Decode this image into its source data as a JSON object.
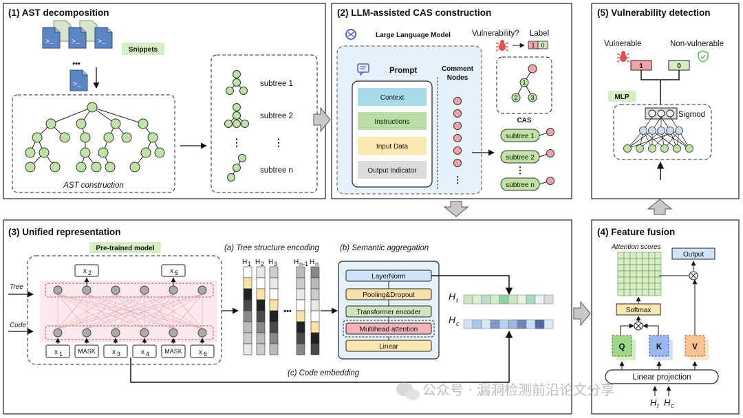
{
  "panel1": {
    "title": "(1) AST decomposition",
    "snippets": "Snippets",
    "ast_construction": "AST construction",
    "subtrees": [
      "subtree 1",
      "subtree 2",
      "subtree n"
    ],
    "dots_v": "⋮",
    "dots_h": "•••"
  },
  "panel2": {
    "title": "(2) LLM-assisted  CAS construction",
    "llm": "Large Language Model",
    "vulnerability_q": "Vulnerability?",
    "label": "Label",
    "label_vals": [
      "1",
      "0"
    ],
    "prompt": "Prompt",
    "prompt_items": [
      "Context",
      "Instructions",
      "Input Data",
      "Output Indicator"
    ],
    "comment_nodes": [
      "Comment",
      "Nodes"
    ],
    "cas": "CAS",
    "cas_nodes": [
      "1",
      "2",
      "3"
    ],
    "subtrees": [
      "subtree 1",
      "subtree 2",
      "subtree n"
    ],
    "dots_v": "⋮"
  },
  "panel3": {
    "title": "(3) Unified representation",
    "pretrained": "Pre-trained model",
    "tree": "Tree",
    "code": "Code",
    "outputs": [
      "x",
      "x"
    ],
    "output_subs": [
      "2",
      "5"
    ],
    "inputs": [
      {
        "main": "x",
        "sub": "1"
      },
      {
        "main": "MASK",
        "sub": ""
      },
      {
        "main": "x",
        "sub": "3"
      },
      {
        "main": "x",
        "sub": "4"
      },
      {
        "main": "MASK",
        "sub": ""
      },
      {
        "main": "x",
        "sub": "6"
      }
    ],
    "tree_enc": "(a) Tree structure encoding",
    "sem_agg": "(b) Semantic aggregation",
    "code_emb": "(c) Code embedding",
    "h_labels": [
      {
        "main": "H",
        "sub": "1"
      },
      {
        "main": "H",
        "sub": "2"
      },
      {
        "main": "H",
        "sub": "3"
      },
      {
        "main": "H",
        "sub": "n-1"
      },
      {
        "main": "H",
        "sub": "n"
      }
    ],
    "ellipsis": "•••",
    "layers": [
      "LayerNorm",
      "Pooling&Dropout",
      "Transformer encoder",
      "Multihead attention",
      "Linear"
    ],
    "ht": {
      "main": "H",
      "sub": "t"
    },
    "hc": {
      "main": "H",
      "sub": "c"
    }
  },
  "panel4": {
    "title": "(4) Feature fusion",
    "attention_scores": "Attention scores",
    "output": "Output",
    "softmax": "Softmax",
    "q": "Q",
    "k": "K",
    "v": "V",
    "linear_projection": "Linear projection",
    "ht": {
      "main": "H",
      "sub": "t"
    },
    "hc": {
      "main": "H",
      "sub": "c"
    }
  },
  "panel5": {
    "title": "(5) Vulnerability detection",
    "vulnerable": "Vulnerable",
    "non_vulnerable": "Non-vulnerable",
    "val_vuln": "1",
    "val_non": "0",
    "mlp": "MLP",
    "sigmoid": "Sigmod"
  },
  "watermark": "公众号 · 漏洞检测前沿论文分享",
  "colors": {
    "node_green": "#bfe3a4",
    "node_pink": "#f2a3a9",
    "panel_blue": "#e6f1fa",
    "context": "#a8dbe9",
    "instructions": "#b9dea4",
    "input_data": "#fbeab0",
    "output_indicator": "#dcdcdc",
    "layernorm": "#cfe5f7",
    "pooling": "#fbdfa9",
    "transformer": "#cde6bf",
    "multihead": "#f4b4b8",
    "linear": "#fbe8b0",
    "q_green": "#9ed68a",
    "k_blue": "#9bb8ee",
    "v_orange": "#f9c490"
  }
}
